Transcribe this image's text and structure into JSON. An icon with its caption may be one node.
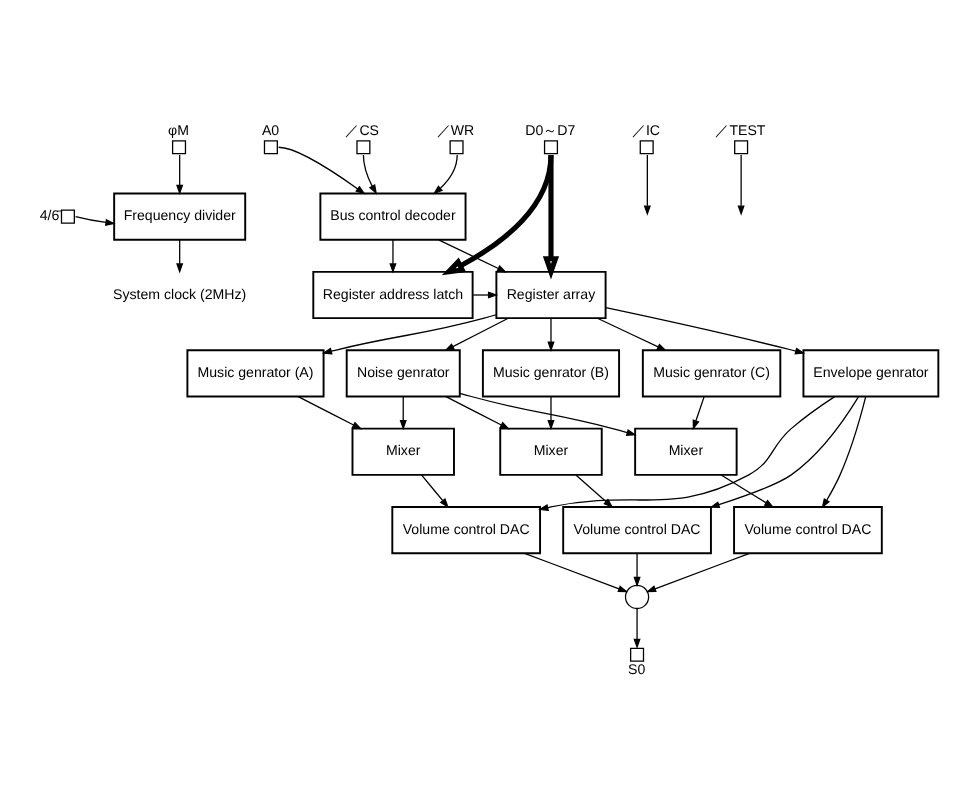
{
  "diagram": {
    "nodes": [
      {
        "text": [],
        "shape": "box",
        "beside": [
          "φM"
        ]
      },
      {
        "text": [],
        "shape": "box",
        "beside": [
          "4/6̄"
        ]
      },
      {
        "text": [
          "Frequency divider"
        ]
      },
      {
        "text": [
          "System clock (2MHz)"
        ]
      },
      {
        "text": [],
        "shape": "box",
        "beside": [
          "A0"
        ]
      },
      {
        "text": [],
        "shape": "box",
        "beside": [
          "／CS"
        ]
      },
      {
        "text": [],
        "shape": "box",
        "beside": [
          "／WR"
        ]
      },
      {
        "text": [],
        "shape": "box",
        "beside": [
          "D0～D7"
        ]
      },
      {
        "text": [],
        "shape": "box",
        "beside": [
          "／IC"
        ]
      },
      {
        "text": [],
        "shape": "box",
        "beside": [
          "／TEST"
        ]
      },
      {
        "text": [
          "Bus control decoder"
        ]
      },
      {
        "text": [
          "Register address latch"
        ]
      },
      {
        "text": [
          "Register array"
        ]
      },
      {
        "text": [
          "Noise genrator"
        ]
      },
      {
        "text": [
          "Music genrator (A)"
        ]
      },
      {
        "text": [
          "Music genrator (B)"
        ]
      },
      {
        "text": [
          "Music genrator (C)"
        ]
      },
      {
        "text": [
          "Envelope genrator"
        ]
      },
      {
        "text": [
          "Mixer"
        ]
      },
      {
        "text": [
          "Mixer"
        ]
      },
      {
        "text": [
          "Mixer"
        ]
      },
      {
        "text": [
          "Volume control DAC"
        ]
      },
      {
        "text": [
          "Volume control DAC"
        ]
      },
      {
        "text": [
          "Volume control DAC"
        ]
      },
      {
        "text": [],
        "shape": "circle"
      },
      {
        "text": [],
        "shape": "box",
        "beside": [
          "S0"
        ]
      }
    ],
    "edges": [
      {
        "from": 0,
        "to": 2,
        "arrow": "to"
      },
      {
        "from": 1,
        "to": 2,
        "arrow": "to"
      },
      {
        "from": 2,
        "to": 3,
        "arrow": "to"
      },
      {
        "from": 4,
        "to": 10,
        "arrow": "to"
      },
      {
        "from": 5,
        "to": 10,
        "arrow": "to"
      },
      {
        "from": 6,
        "to": 10,
        "arrow": "to"
      },
      {
        "from": 7,
        "to": 11,
        "arrow": "to",
        "style": "thick"
      },
      {
        "from": 7,
        "to": 12,
        "arrow": "to",
        "style": "thick"
      },
      {
        "from": 8,
        "to": null,
        "arrow": "to"
      },
      {
        "from": 9,
        "to": null,
        "arrow": "to"
      },
      {
        "from": 10,
        "to": 11,
        "arrow": "to"
      },
      {
        "from": 10,
        "to": 12,
        "arrow": "to"
      },
      {
        "from": 11,
        "to": 12,
        "arrow": "to"
      },
      {
        "from": 12,
        "to": 13,
        "arrow": "to"
      },
      {
        "from": 12,
        "to": 14,
        "arrow": "to"
      },
      {
        "from": 12,
        "to": 15,
        "arrow": "to"
      },
      {
        "from": 12,
        "to": 16,
        "arrow": "to"
      },
      {
        "from": 12,
        "to": 17,
        "arrow": "to"
      },
      {
        "from": 13,
        "to": 18,
        "arrow": "to"
      },
      {
        "from": 13,
        "to": 19,
        "arrow": "to"
      },
      {
        "from": 13,
        "to": 20,
        "arrow": "to"
      },
      {
        "from": 14,
        "to": 18,
        "arrow": "to"
      },
      {
        "from": 15,
        "to": 19,
        "arrow": "to"
      },
      {
        "from": 16,
        "to": 20,
        "arrow": "to"
      },
      {
        "from": 17,
        "to": 21,
        "arrow": "to"
      },
      {
        "from": 17,
        "to": 22,
        "arrow": "to"
      },
      {
        "from": 17,
        "to": 23,
        "arrow": "to"
      },
      {
        "from": 18,
        "to": 21,
        "arrow": "to"
      },
      {
        "from": 19,
        "to": 22,
        "arrow": "to"
      },
      {
        "from": 20,
        "to": 23,
        "arrow": "to"
      },
      {
        "from": 21,
        "to": 24,
        "arrow": "to"
      },
      {
        "from": 22,
        "to": 24,
        "arrow": "to"
      },
      {
        "from": 23,
        "to": 24,
        "arrow": "to"
      },
      {
        "from": 24,
        "to": 25,
        "arrow": "to"
      }
    ]
  }
}
